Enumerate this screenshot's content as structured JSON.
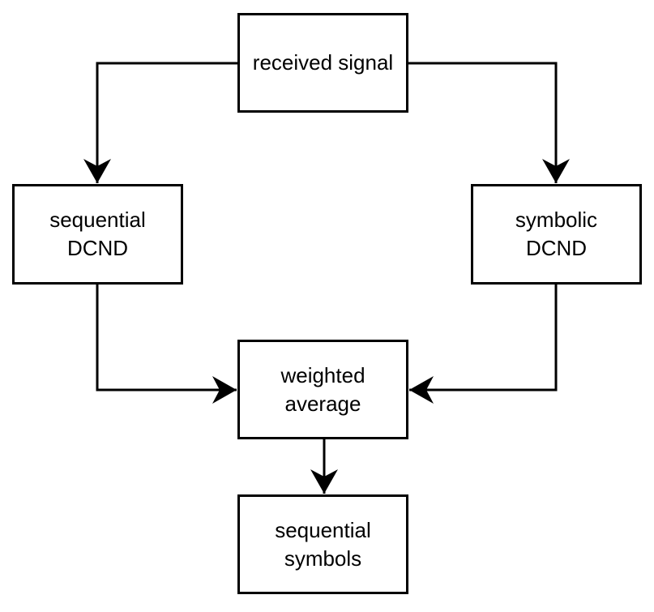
{
  "diagram": {
    "nodes": {
      "received": {
        "line1": "received signal"
      },
      "sequential_dcnd": {
        "line1": "sequential",
        "line2": "DCND"
      },
      "symbolic_dcnd": {
        "line1": "symbolic",
        "line2": "DCND"
      },
      "weighted_average": {
        "line1": "weighted",
        "line2": "average"
      },
      "sequential_symbols": {
        "line1": "sequential",
        "line2": "symbols"
      }
    },
    "edges": [
      {
        "from": "received signal",
        "to": "sequential DCND"
      },
      {
        "from": "received signal",
        "to": "symbolic DCND"
      },
      {
        "from": "sequential DCND",
        "to": "weighted average"
      },
      {
        "from": "symbolic DCND",
        "to": "weighted average"
      },
      {
        "from": "weighted average",
        "to": "sequential symbols"
      }
    ],
    "colors": {
      "stroke": "#000000",
      "background": "#ffffff"
    }
  }
}
